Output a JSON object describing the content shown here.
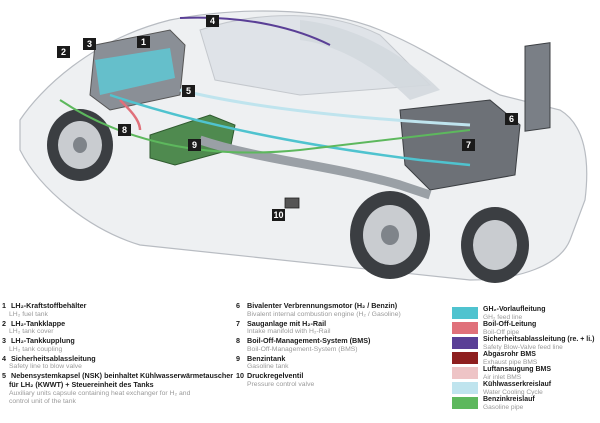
{
  "callouts": [
    "1",
    "2",
    "3",
    "4",
    "5",
    "6",
    "7",
    "8",
    "9",
    "10"
  ],
  "components_left": [
    {
      "num": "1",
      "de": "LH₂-Kraftstoffbehälter",
      "en": "LH₂ fuel tank"
    },
    {
      "num": "2",
      "de": "LH₂-Tankklappe",
      "en": "LH₂ tank cover"
    },
    {
      "num": "3",
      "de": "LH₂-Tankkupplung",
      "en": "LH₂ tank coupling"
    },
    {
      "num": "4",
      "de": "Sicherheitsablassleitung",
      "en": "Safety line to blow valve"
    },
    {
      "num": "5",
      "de": "Nebensystemkapsel (NSK) beinhaltet Kühlwasserwärmetauscher",
      "de2": "für LH₂ (KWWT) + Steuereinheit des Tanks",
      "en": "Auxiliary units capsule containing heat exchanger for H₂ and",
      "en2": "control unit of the tank"
    }
  ],
  "components_right": [
    {
      "num": "6",
      "de": "Bivalenter Verbrennungsmotor (H₂ / Benzin)",
      "en": "Bivalent internal combustion engine (H₂ / Gasoline)"
    },
    {
      "num": "7",
      "de": "Sauganlage mit H₂-Rail",
      "en": "Intake manifold with H₂-Rail"
    },
    {
      "num": "8",
      "de": "Boil-Off-Management-System (BMS)",
      "en": "Boil-Off-Management-System (BMS)"
    },
    {
      "num": "9",
      "de": "Benzintank",
      "en": "Gasoline tank"
    },
    {
      "num": "10",
      "de": "Druckregelventil",
      "en": "Pressure control valve"
    }
  ],
  "lines": [
    {
      "de": "GH₂-Vorlaufleitung",
      "en": "GH₂ feed line",
      "color": "#4fc3cf"
    },
    {
      "de": "Boil-Off-Leitung",
      "en": "Boil-Off pipe",
      "color": "#e0707a"
    },
    {
      "de": "Sicherheitsablassleitung (re. + li.)",
      "en": "Safety Blow-Valve feed line",
      "color": "#5a3f96"
    },
    {
      "de": "Abgasrohr BMS",
      "en": "Exhaust pipe BMS",
      "color": "#8e1f1f"
    },
    {
      "de": "Luftansaugung BMS",
      "en": "Air inlet BMS",
      "color": "#eec4c6"
    },
    {
      "de": "Kühlwasserkreislauf",
      "en": "Water Cooling Cycle",
      "color": "#bfe4ee"
    },
    {
      "de": "Benzinkreislauf",
      "en": "Gasoline pipe",
      "color": "#5db85d"
    }
  ]
}
